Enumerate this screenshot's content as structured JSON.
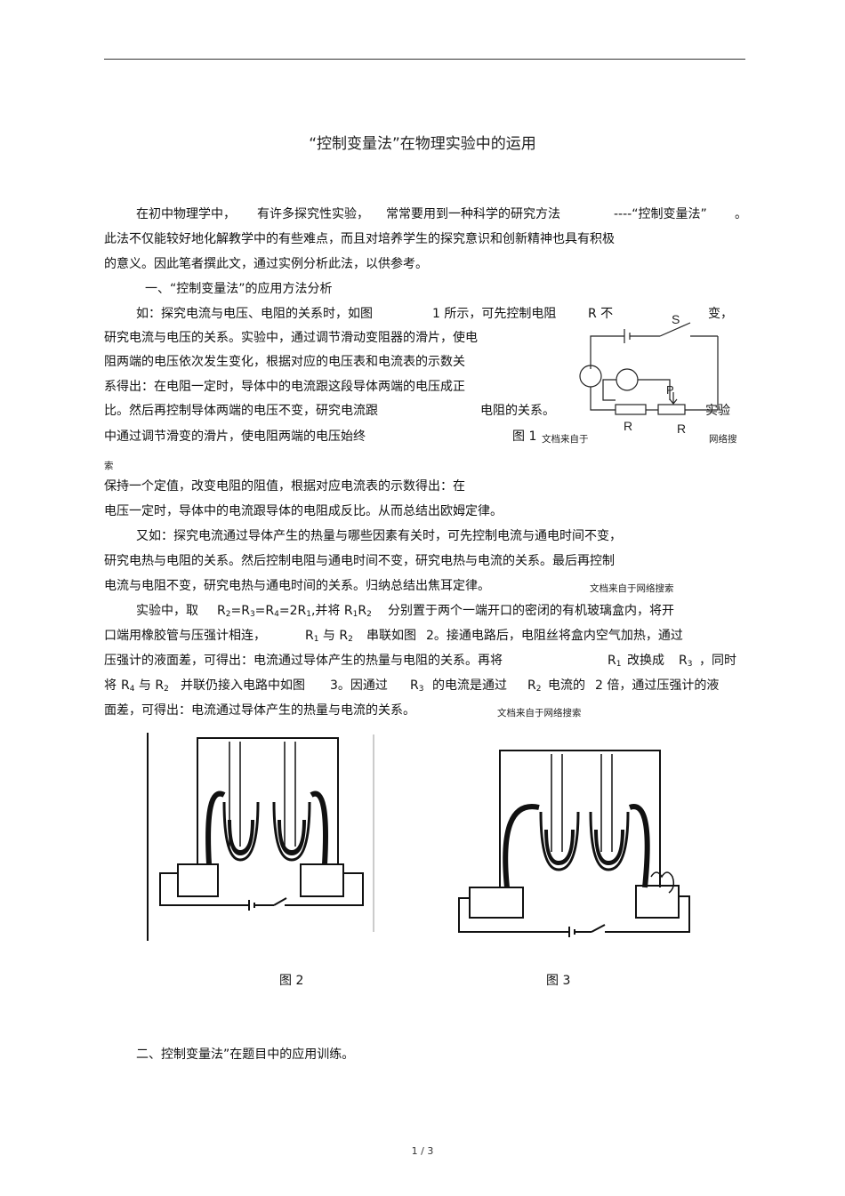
{
  "title": "“控制变量法”在物理实验中的运用",
  "intro": {
    "l1_a": "在初中物理学中，",
    "l1_b": "有许多探究性实验，",
    "l1_c": "常常要用到一种科学的研究方法",
    "l1_d": "----“控制变量法”",
    "l1_e": "。",
    "l2": "此法不仅能较好地化解教学中的有些难点，而且对培养学生的探究意识和创新精神也具有积极",
    "l3": "的意义。因此笔者撰此文，通过实例分析此法，以供参考。"
  },
  "section1_heading": "一、“控制变量法”的应用方法分析",
  "para1": {
    "l1_a": "如：探究电流与电压、电阻的关系时，如图",
    "l1_b": "1 所示，可先控制电阻",
    "l1_c": "R 不",
    "l1_d": "变，",
    "l2": "研究电流与电压的关系。实验中，通过调节滑动变阻器的滑片，使电",
    "l3": "阻两端的电压依次发生变化，根据对应的电压表和电流表的示数关",
    "l4": "系得出：在电阻一定时，导体中的电流跟这段导体两端的电压成正",
    "l5_a": "比。然后再控制导体两端的电压不变，研究电流跟",
    "l5_b": "电阻的关系。",
    "l5_c": "实验",
    "l6_a": "中通过调节滑变的滑片，使电阻两端的电压始终",
    "l6_fig": "图 1",
    "l6_src": "文档来自于",
    "l6_end": "网络搜",
    "l7": "索",
    "l8": "保持一个定值，改变电阻的阻值，根据对应电流表的示数得出：在",
    "l9": "电压一定时，导体中的电流跟导体的电阻成反比。从而总结出欧姆定律。"
  },
  "para2": {
    "l1": "又如：探究电流通过导体产生的热量与哪些因素有关时，可先控制电流与通电时间不变，",
    "l2": "研究电热与电阻的关系。然后控制电阻与通电时间不变，研究电热与电流的关系。最后再控制",
    "l3": "电流与电阻不变，研究电热与通电时间的关系。归纳总结出焦耳定律。",
    "l3_src": "文档来自于网络搜索"
  },
  "para3": {
    "l1_a": "实验中，取",
    "l1_b": "分别置于两个一端开口的密闭的有机玻璃盒内，将开",
    "l2_a": "口端用橡胶管与压强计相连，",
    "l2_b": "串联如图",
    "l2_c": "2。接通电路后，电阻丝将盒内空气加热，通过",
    "l3_a": "压强计的液面差，可得出：电流通过导体产生的热量与电阻的关系。再将",
    "l3_b": "改换成",
    "l3_c": "，同时",
    "l4_a": "将",
    "l4_b": "并联仍接入电路中如图",
    "l4_c": "3。因通过",
    "l4_d": "的电流是通过",
    "l4_e": "电流的",
    "l4_f": "2 倍，通过压强计的液",
    "l5": "面差，可得出：电流通过导体产生的热量与电流的关系。",
    "l5_src": "文档来自于网络搜索"
  },
  "fig1": {
    "S": "S",
    "P": "P",
    "R1": "R",
    "R2": "R"
  },
  "fig2_caption": "图 2",
  "fig3_caption": "图 3",
  "section2_heading": "二、控制变量法”在题目中的应用训练。",
  "footer": "1 / 3"
}
